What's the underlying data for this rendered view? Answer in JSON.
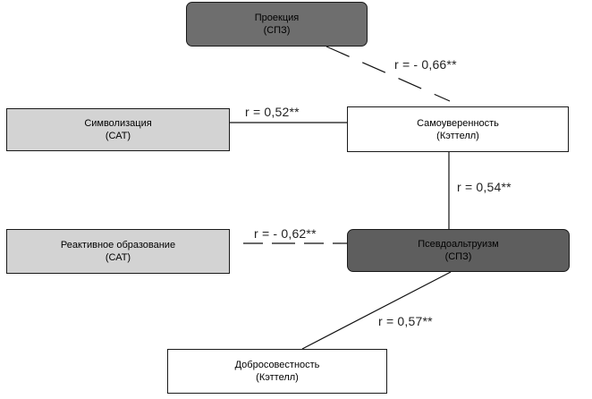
{
  "nodes": {
    "projection": {
      "title": "Проекция",
      "source": "(СПЗ)",
      "fill": "#6e6e6e"
    },
    "symbolization": {
      "title": "Символизация",
      "source": "(САТ)",
      "fill": "#d3d3d3"
    },
    "self_confidence": {
      "title": "Самоуверенность",
      "source": "(Кэттелл)",
      "fill": "#ffffff"
    },
    "reactive_formation": {
      "title": "Реактивное образование",
      "source": "(САТ)",
      "fill": "#d3d3d3"
    },
    "pseudo_altruism": {
      "title": "Псевдоальтруизм",
      "source": "(СПЗ)",
      "fill": "#5e5e5e"
    },
    "conscientiousness": {
      "title": "Добросовестность",
      "source": "(Кэттелл)",
      "fill": "#ffffff"
    }
  },
  "edges": [
    {
      "from": "projection",
      "to": "self_confidence",
      "label": "r = - 0,66**",
      "style": "dashed"
    },
    {
      "from": "symbolization",
      "to": "self_confidence",
      "label": "r = 0,52**",
      "style": "solid"
    },
    {
      "from": "self_confidence",
      "to": "pseudo_altruism",
      "label": "r = 0,54**",
      "style": "solid"
    },
    {
      "from": "reactive_formation",
      "to": "pseudo_altruism",
      "label": "r = - 0,62**",
      "style": "dashed"
    },
    {
      "from": "pseudo_altruism",
      "to": "conscientiousness",
      "label": "r = 0,57**",
      "style": "solid"
    }
  ]
}
